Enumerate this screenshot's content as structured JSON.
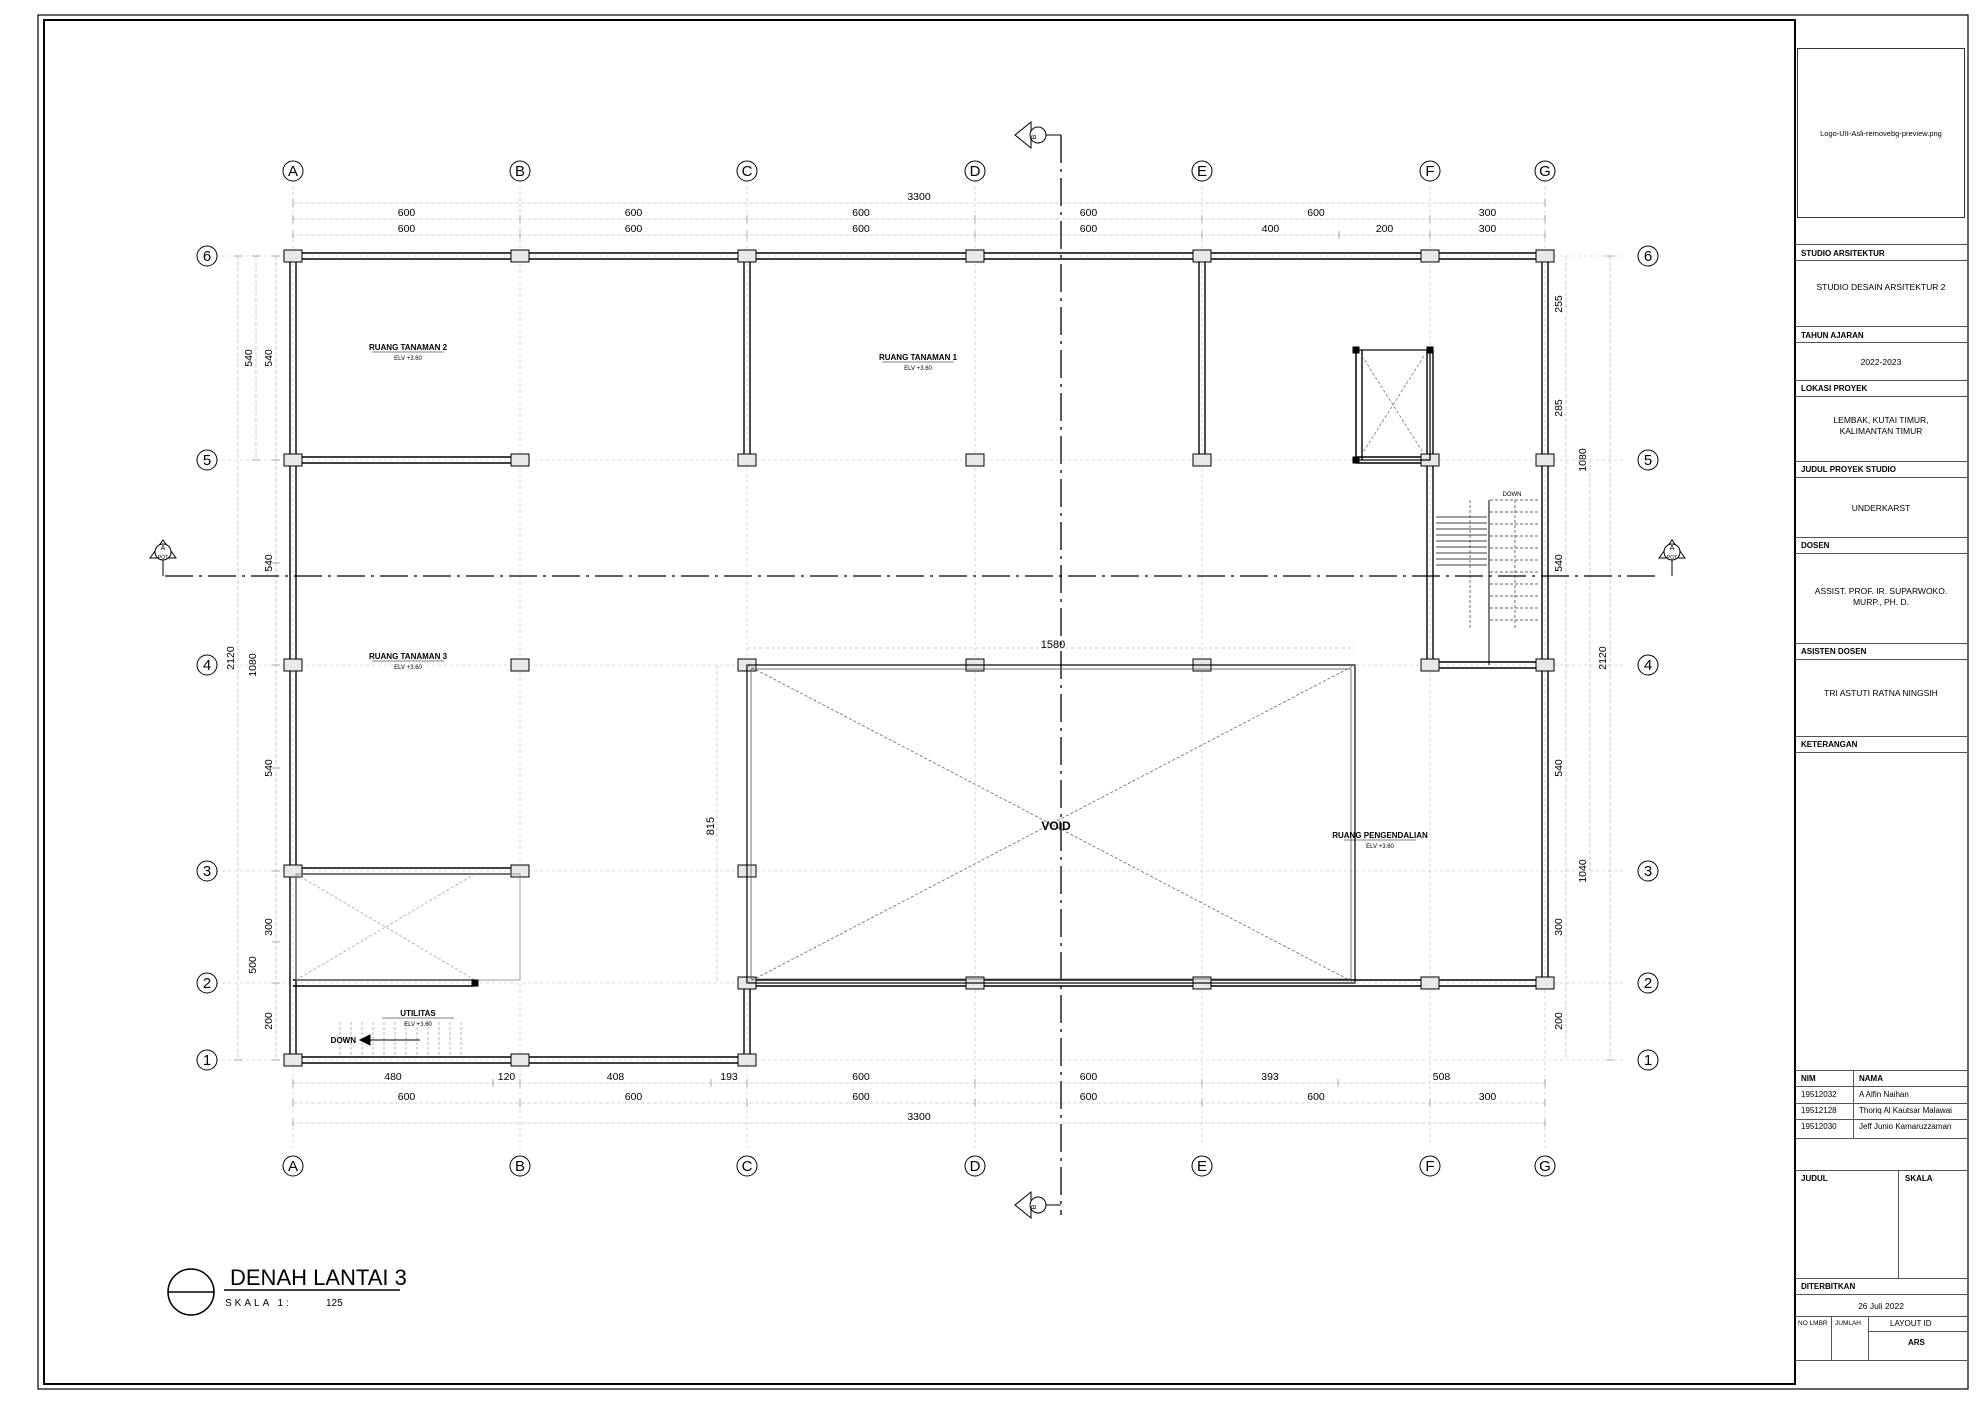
{
  "drawing": {
    "title": "DENAH LANTAI 3",
    "scale_label": "SKALA 1:",
    "scale_value": "125",
    "grid_columns": [
      "A",
      "B",
      "C",
      "D",
      "E",
      "F",
      "G"
    ],
    "grid_rows": [
      "1",
      "2",
      "3",
      "4",
      "5",
      "6"
    ],
    "dims_top_1": [
      "3300"
    ],
    "dims_top_2": [
      "600",
      "600",
      "600",
      "600",
      "600",
      "300"
    ],
    "dims_top_3": [
      "600",
      "600",
      "600",
      "600",
      "400",
      "200",
      "300"
    ],
    "dims_bottom_1": [
      "480",
      "120",
      "408",
      "193",
      "600",
      "600",
      "393",
      "508"
    ],
    "dims_bottom_2": [
      "600",
      "600",
      "600",
      "600",
      "600",
      "300"
    ],
    "dims_bottom_3": [
      "3300"
    ],
    "dims_left_outer": [
      "540",
      "2120"
    ],
    "dims_left_inner": [
      "540",
      "540",
      "1080",
      "540",
      "300",
      "500",
      "200"
    ],
    "dims_right_outer": [
      "2120"
    ],
    "dims_right_inner": [
      "255",
      "285",
      "1080",
      "540",
      "540",
      "1040",
      "300",
      "200"
    ],
    "void_dims": [
      "1580",
      "815"
    ],
    "rooms": [
      {
        "name": "RUANG TANAMAN 2",
        "elv": "ELV +3.60"
      },
      {
        "name": "RUANG TANAMAN 1",
        "elv": "ELV +3.60"
      },
      {
        "name": "RUANG TANAMAN 3",
        "elv": "ELV +3.60"
      },
      {
        "name": "RUANG PENGENDALIAN",
        "elv": "ELV +3.60"
      },
      {
        "name": "UTILITAS",
        "elv": "ELV +3.60"
      }
    ],
    "void_label": "VOID",
    "down_label": "DOWN",
    "stair_down_label": "DOWN",
    "section_marker": {
      "letter": "A",
      "sub": "POT"
    },
    "section_marker_b": {
      "letter": "B",
      "sub": "POT"
    }
  },
  "titleblock": {
    "logo_text": "Logo-UII-Asli-removebg-preview.png",
    "studio_label": "STUDIO ARSITEKTUR",
    "studio_value": "STUDIO DESAIN ARSITEKTUR 2",
    "year_label": "TAHUN AJARAN",
    "year_value": "2022-2023",
    "location_label": "LOKASI PROYEK",
    "location_line1": "LEMBAK, KUTAI TIMUR,",
    "location_line2": "KALIMANTAN TIMUR",
    "project_label": "JUDUL PROYEK STUDIO",
    "project_value": "UNDERKARST",
    "lecturer_label": "DOSEN",
    "lecturer_line1": "ASSIST. PROF. IR. SUPARWOKO.",
    "lecturer_line2": "MURP., PH. D.",
    "assistant_label": "ASISTEN DOSEN",
    "assistant_value": "TRI ASTUTI RATNA NINGSIH",
    "notes_label": "KETERANGAN",
    "nim_label": "NIM",
    "name_label": "NAMA",
    "students": [
      {
        "nim": "19512032",
        "name": "A Alfin Naihan"
      },
      {
        "nim": "19512128",
        "name": "Thoriq Al Kautsar Malawai"
      },
      {
        "nim": "19512030",
        "name": "Jeff Junio Kamaruzzaman"
      }
    ],
    "judul_label": "JUDUL",
    "skala_label": "SKALA",
    "issued_label": "DITERBITKAN",
    "issued_value": "26 Juli 2022",
    "no_lmbr_label": "NO LMBR",
    "jumlah_label": "JUMLAH",
    "layout_id_label": "LAYOUT ID",
    "layout_id_value": "ARS"
  }
}
